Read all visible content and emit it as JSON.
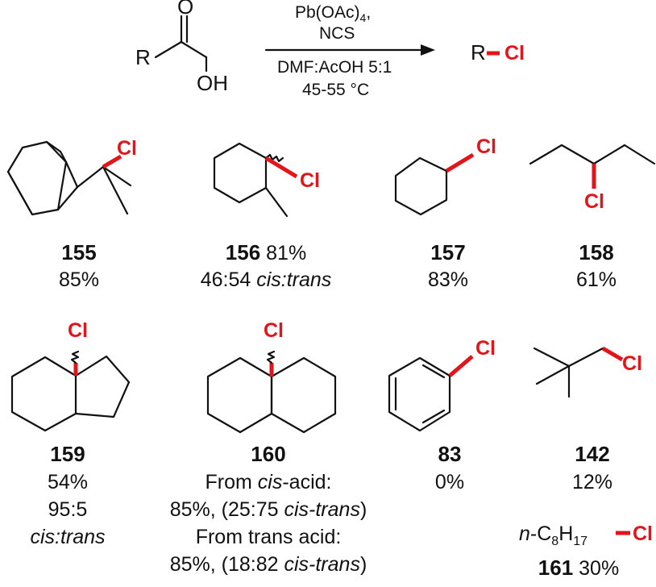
{
  "reaction": {
    "reactant_r": "R",
    "reactant_o": "O",
    "reactant_oh": "OH",
    "reagent_line1_main": "Pb(OAc)",
    "reagent_line1_sub": "4",
    "reagent_line1_tail": ",",
    "reagent_line2": "NCS",
    "condition_line1": "DMF:AcOH 5:1",
    "condition_line2": "45-55 °C",
    "product_r": "R",
    "product_cl": "Cl"
  },
  "compounds": [
    {
      "id": "155",
      "yield": "85%",
      "cl": "Cl"
    },
    {
      "id": "156",
      "yield": "81%",
      "ratio": "46:54",
      "ratio_label": "cis:trans",
      "cl": "Cl"
    },
    {
      "id": "157",
      "yield": "83%",
      "cl": "Cl"
    },
    {
      "id": "158",
      "yield": "61%",
      "cl": "Cl"
    },
    {
      "id": "159",
      "yield": "54%",
      "ratio": "95:5",
      "ratio_label": "cis:trans",
      "cl": "Cl"
    },
    {
      "id": "160",
      "cl": "Cl",
      "line1_pre": "From ",
      "line1_em": "cis",
      "line1_post": "-acid:",
      "line2_pre": "85%, (25:75 ",
      "line2_em": "cis-trans",
      "line2_post": ")",
      "line3": "From trans acid:",
      "line4_pre": "85%, (18:82 ",
      "line4_em": "cis-trans",
      "line4_post": ")"
    },
    {
      "id": "83",
      "yield": "0%",
      "cl": "Cl"
    },
    {
      "id": "142",
      "yield": "12%",
      "cl": "Cl"
    },
    {
      "id": "161",
      "yield": "30%",
      "prefix_n": "n",
      "prefix_rest": "-C",
      "sub1": "8",
      "mid": "H",
      "sub2": "17",
      "cl": "Cl"
    }
  ],
  "colors": {
    "chlorine": "#e3151a",
    "ink": "#111111"
  }
}
